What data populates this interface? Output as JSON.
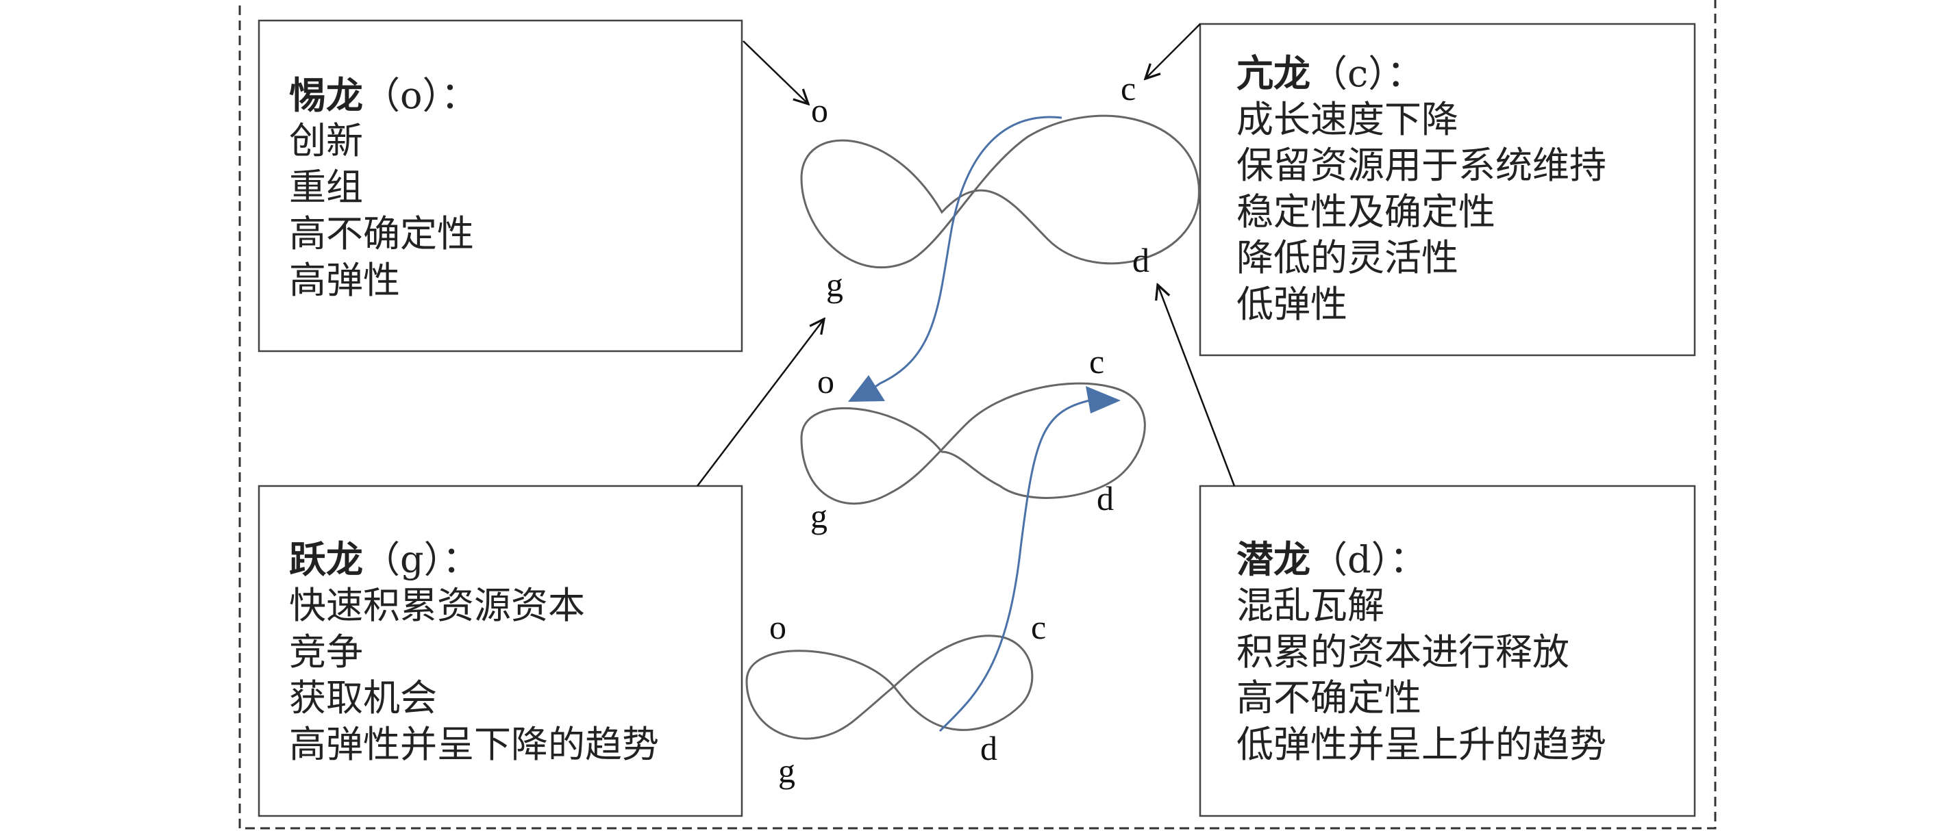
{
  "boxes": {
    "o": {
      "name": "惕龙",
      "code": "（o）：",
      "lines": [
        "创新",
        "重组",
        "高不确定性",
        "高弹性"
      ]
    },
    "c": {
      "name": "亢龙",
      "code": "（c）：",
      "lines": [
        "成长速度下降",
        "保留资源用于系统维持",
        "稳定性及确定性",
        "降低的灵活性",
        "低弹性"
      ]
    },
    "g": {
      "name": "跃龙",
      "code": "（g）：",
      "lines": [
        "快速积累资源资本",
        "竞争",
        "获取机会",
        "高弹性并呈下降的趋势"
      ]
    },
    "d": {
      "name": "潜龙",
      "code": "（d）：",
      "lines": [
        "混乱瓦解",
        "积累的资本进行释放",
        "高不确定性",
        "低弹性并呈上升的趋势"
      ]
    }
  },
  "loops": {
    "top": {
      "o": "o",
      "c": "c",
      "g": "g",
      "d": "d"
    },
    "middle": {
      "o": "o",
      "c": "c",
      "g": "g",
      "d": "d"
    },
    "bottom": {
      "o": "o",
      "c": "c",
      "g": "g",
      "d": "d"
    }
  },
  "colors": {
    "line": "#666666",
    "arrow_blue": "#4a72a8",
    "text": "#222222",
    "border": "#444444"
  }
}
